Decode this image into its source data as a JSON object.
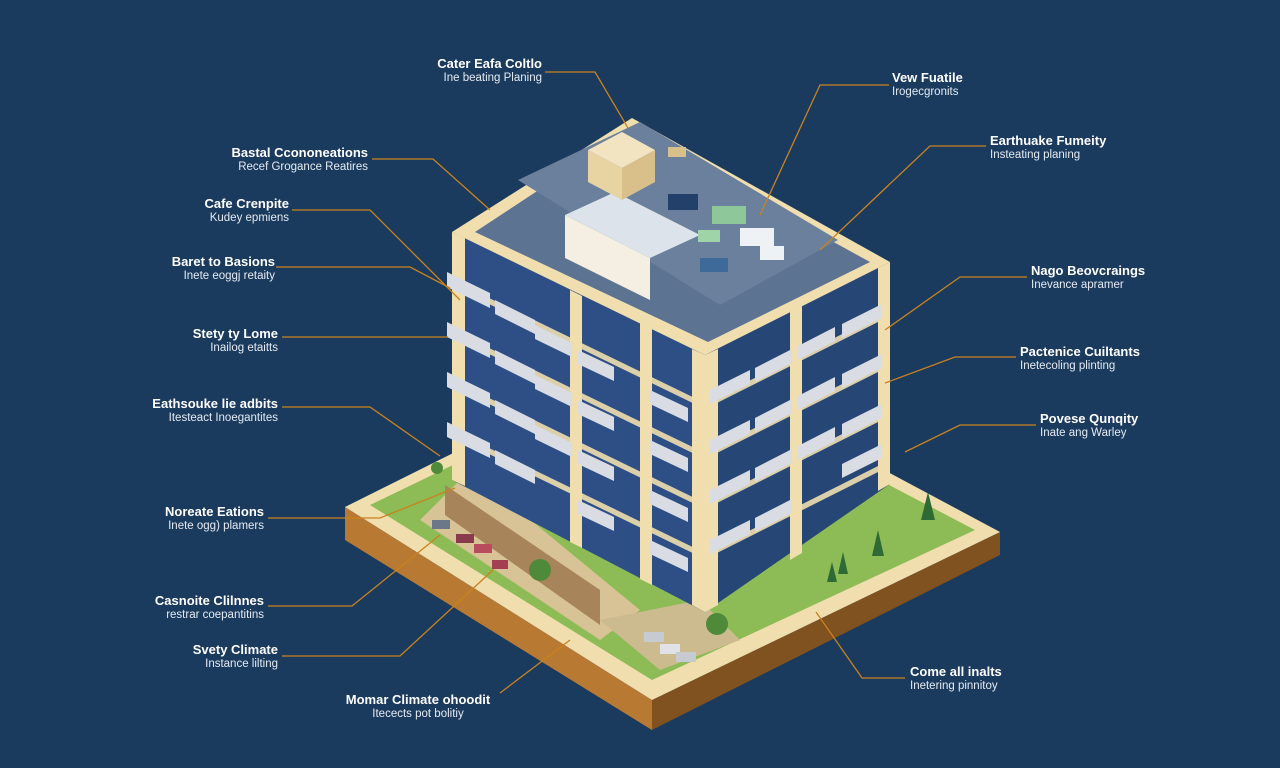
{
  "colors": {
    "background": "#1b3b5e",
    "leader": "#c8821e",
    "facade": "#2d4f86",
    "trim": "#f0deaf",
    "roof": "#5c7392",
    "grass": "#8dbb56",
    "soil": "#b87a33"
  },
  "labels": [
    {
      "title": "Cater Eafa Coltlo",
      "subtitle": "Ine beating Planing"
    },
    {
      "title": "Bastal Ccononeations",
      "subtitle": "Recef Grogance Reatires"
    },
    {
      "title": "Cafe Crenpite",
      "subtitle": "Kudey epmiens"
    },
    {
      "title": "Baret to Basions",
      "subtitle": "Inete eoggj retaity"
    },
    {
      "title": "Stety ty Lome",
      "subtitle": "Inailog etaitts"
    },
    {
      "title": "Eathsouke lie adbits",
      "subtitle": "Itesteact Inoegantites"
    },
    {
      "title": "Noreate Eations",
      "subtitle": "Inete ogg) plamers"
    },
    {
      "title": "Casnoite Clilnnes",
      "subtitle": "restrar coepantitins"
    },
    {
      "title": "Svety Climate",
      "subtitle": "Instance lilting"
    },
    {
      "title": "Momar Climate ohoodit",
      "subtitle": "Itecects pot bolitiy"
    },
    {
      "title": "Vew Fuatile",
      "subtitle": "Irogecgronits"
    },
    {
      "title": "Earthuake Fumeity",
      "subtitle": "Insteating planing"
    },
    {
      "title": "Nago Beovcraings",
      "subtitle": "Inevance apramer"
    },
    {
      "title": "Pactenice Cuiltants",
      "subtitle": "Inetecoling plinting"
    },
    {
      "title": "Povese Qunqity",
      "subtitle": "Inate ang Warley"
    },
    {
      "title": "Come all inalts",
      "subtitle": "Inetering pinnitoy"
    }
  ]
}
